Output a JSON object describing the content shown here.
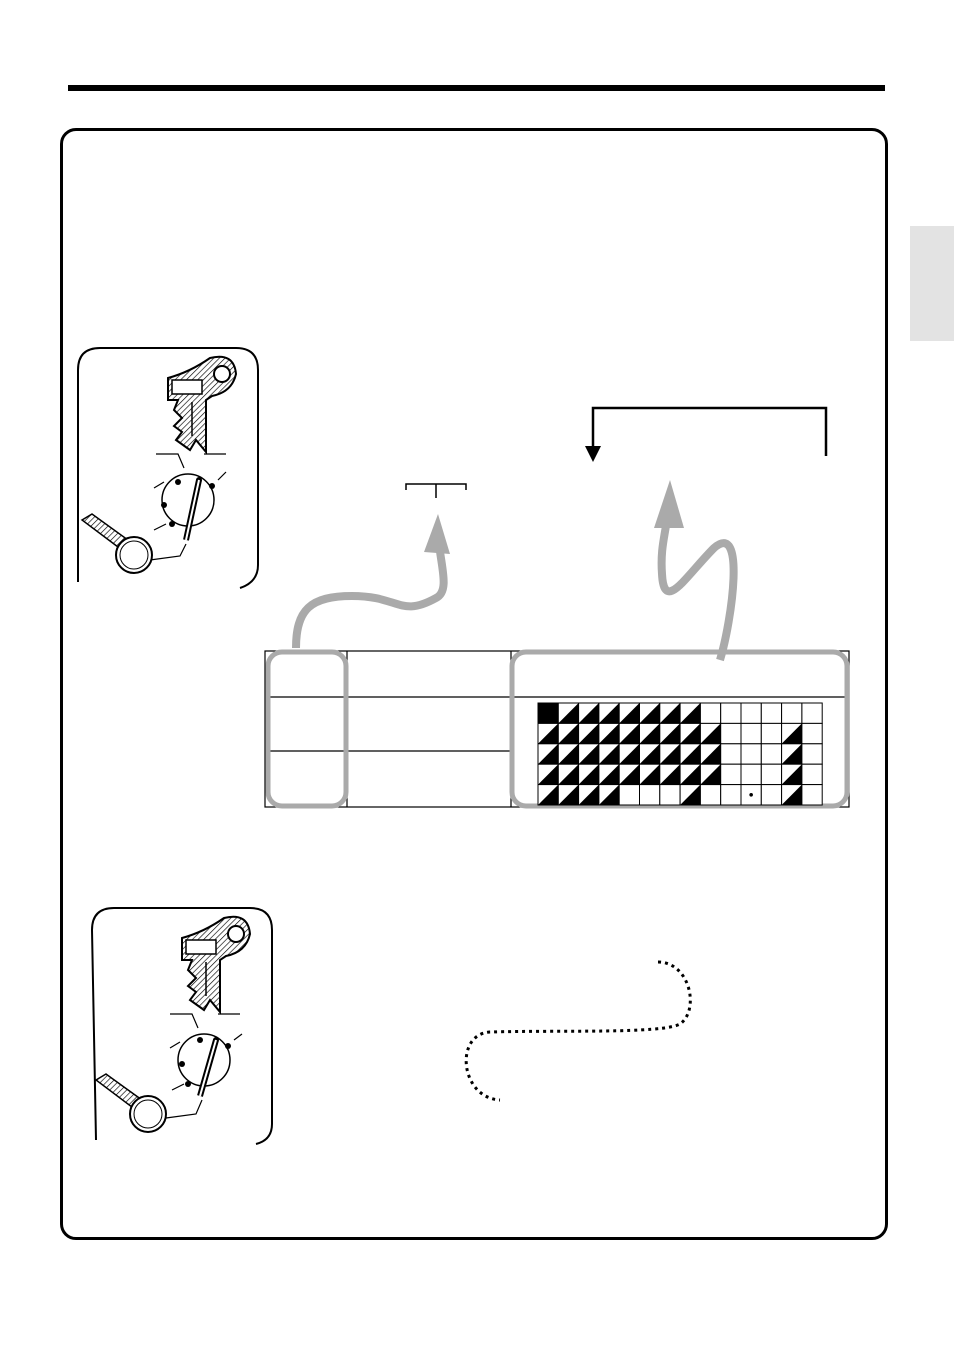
{
  "page": {
    "background": "#ffffff",
    "ink": "#000000",
    "highlight_gray": "#aaaaaa",
    "tab_gray": "#e3e3e3"
  },
  "icons": {
    "mode_key_top": "mode-switch-key-icon",
    "mode_key_bottom": "mode-switch-key-icon",
    "magnifier_top": "magnifying-glass-icon",
    "magnifier_bottom": "magnifying-glass-icon"
  },
  "display_grid": {
    "rows": 5,
    "cols": 14,
    "filled_cell": [
      0,
      0
    ],
    "shaded_triangles": [
      [
        0,
        1
      ],
      [
        0,
        2
      ],
      [
        0,
        3
      ],
      [
        0,
        4
      ],
      [
        0,
        5
      ],
      [
        0,
        6
      ],
      [
        0,
        7
      ],
      [
        1,
        0
      ],
      [
        1,
        1
      ],
      [
        1,
        2
      ],
      [
        1,
        3
      ],
      [
        1,
        4
      ],
      [
        1,
        5
      ],
      [
        1,
        6
      ],
      [
        1,
        7
      ],
      [
        1,
        8
      ],
      [
        1,
        12
      ],
      [
        2,
        0
      ],
      [
        2,
        1
      ],
      [
        2,
        2
      ],
      [
        2,
        3
      ],
      [
        2,
        4
      ],
      [
        2,
        5
      ],
      [
        2,
        6
      ],
      [
        2,
        7
      ],
      [
        2,
        8
      ],
      [
        2,
        12
      ],
      [
        3,
        0
      ],
      [
        3,
        1
      ],
      [
        3,
        2
      ],
      [
        3,
        3
      ],
      [
        3,
        4
      ],
      [
        3,
        5
      ],
      [
        3,
        6
      ],
      [
        3,
        7
      ],
      [
        3,
        8
      ],
      [
        3,
        12
      ],
      [
        4,
        0
      ],
      [
        4,
        1
      ],
      [
        4,
        2
      ],
      [
        4,
        3
      ],
      [
        4,
        7
      ],
      [
        4,
        12
      ]
    ],
    "dot_cell": [
      4,
      10
    ]
  }
}
